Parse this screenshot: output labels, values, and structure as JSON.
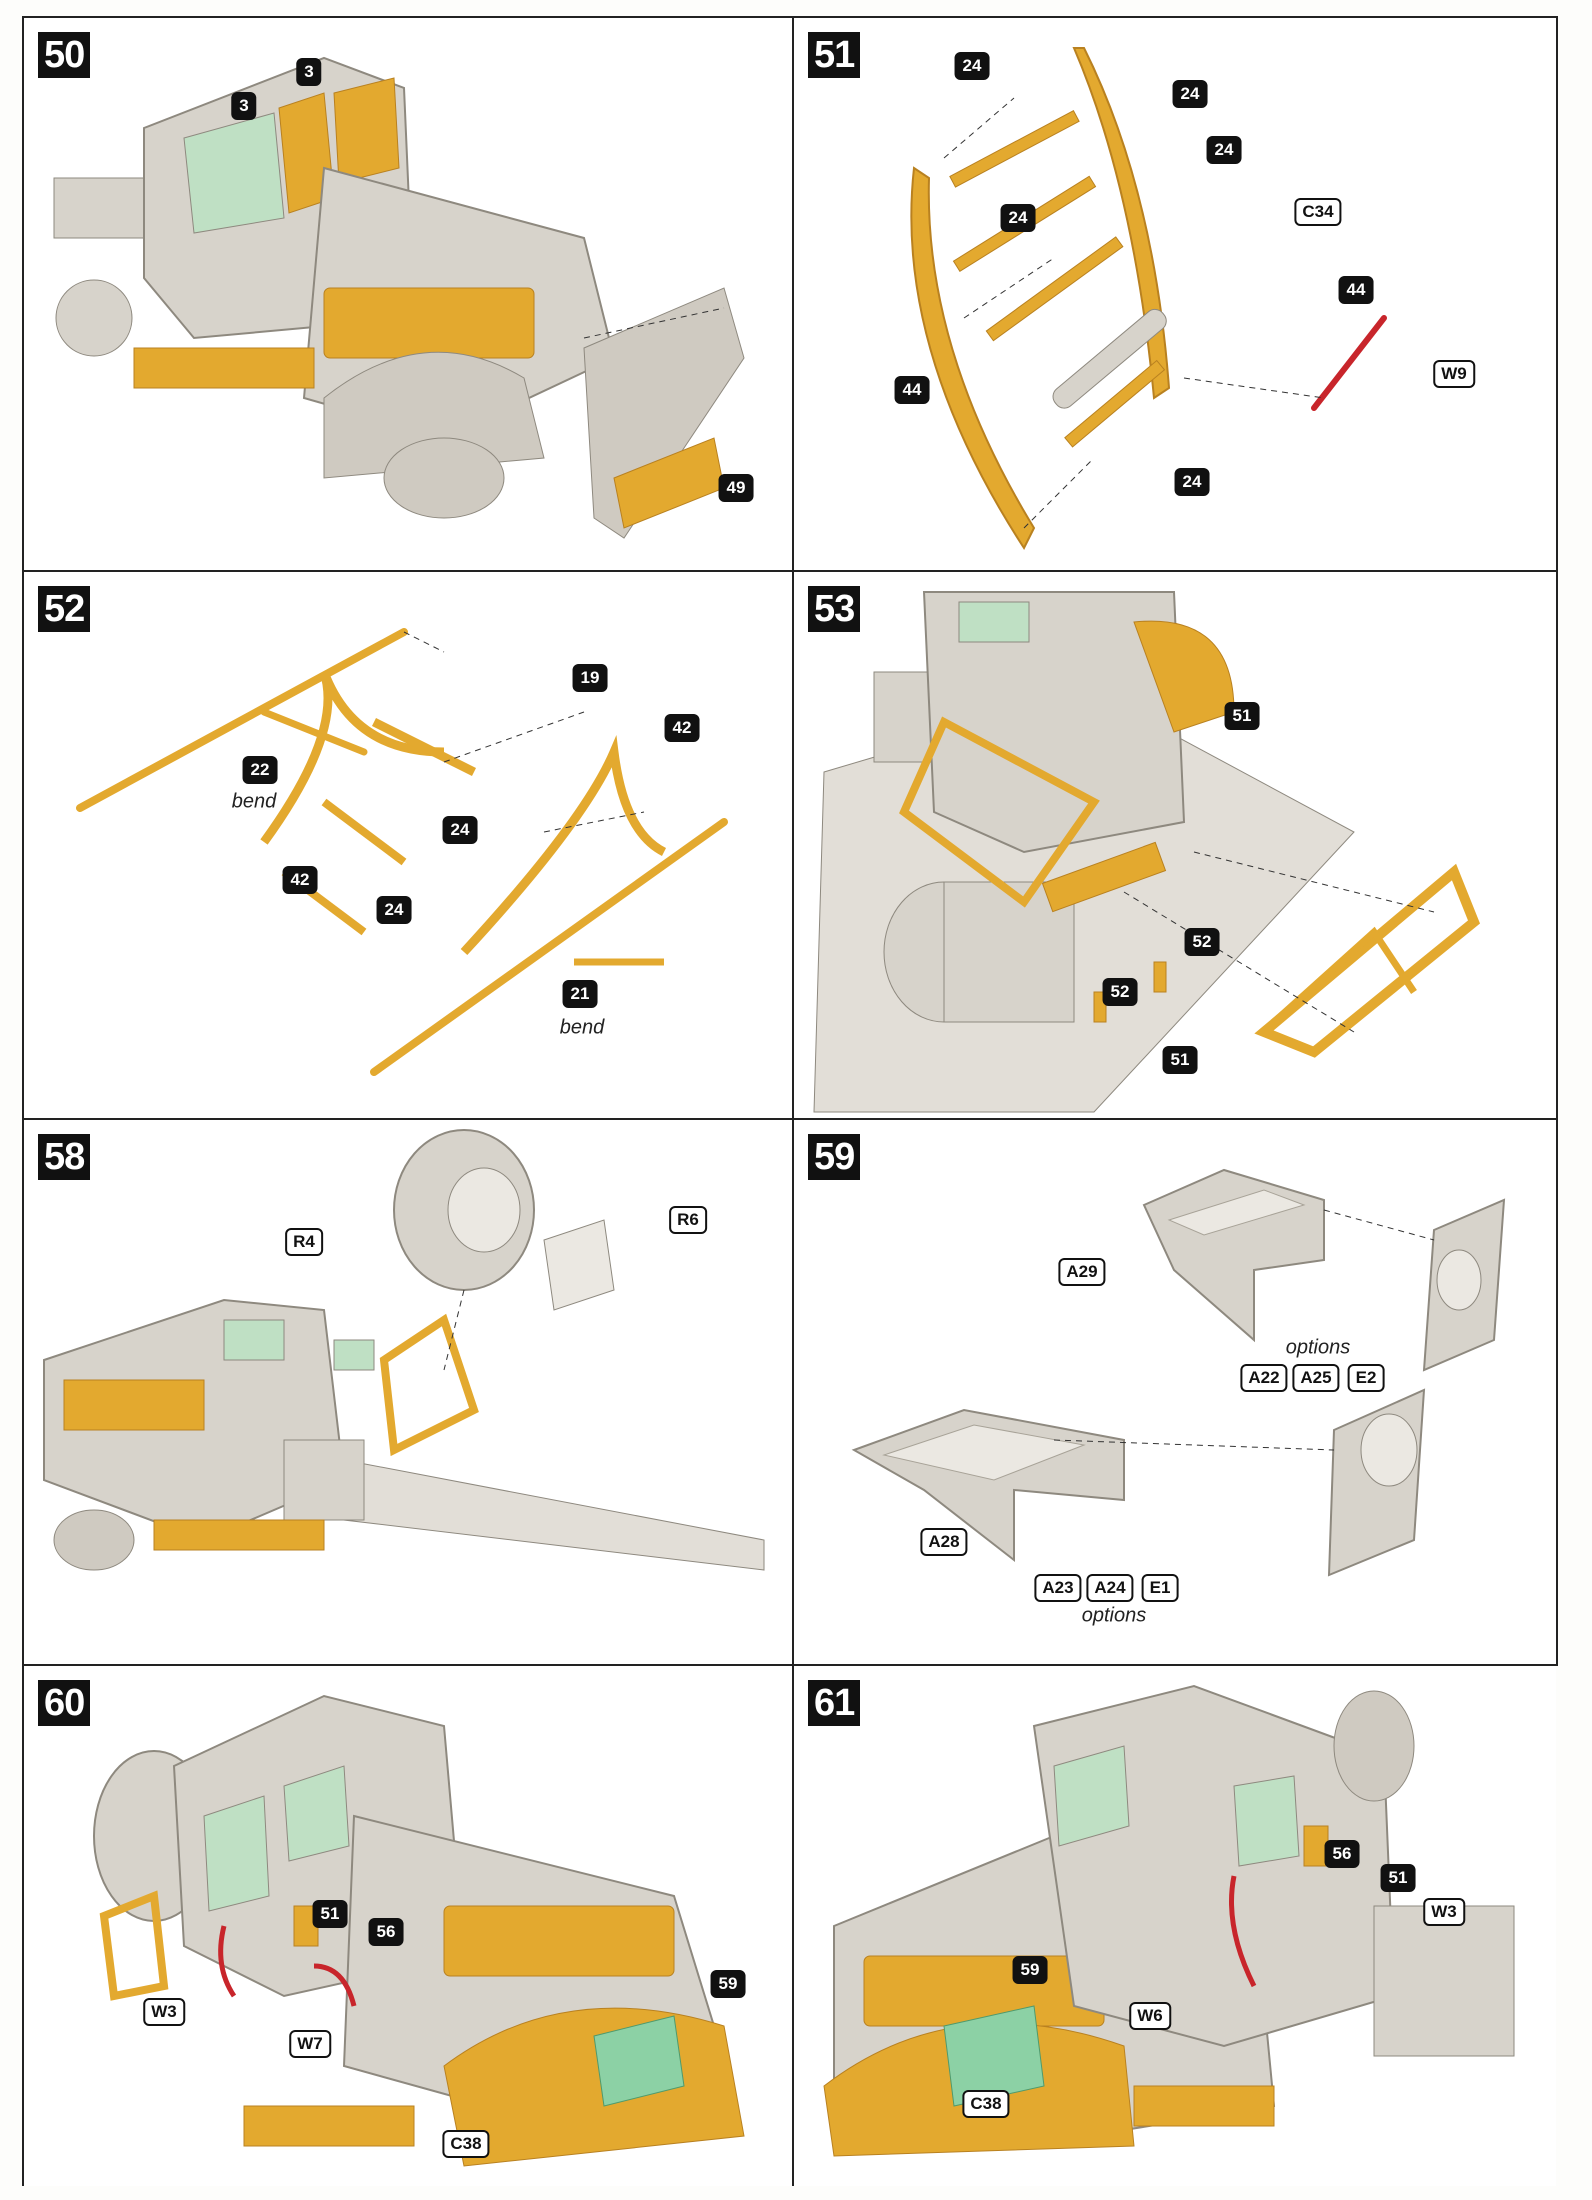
{
  "colors": {
    "resin": "#e3a92f",
    "resin_dark": "#b98120",
    "plastic": "#d7d3cb",
    "plastic_dark": "#a8a398",
    "glass": "#bfe0c4",
    "green_part": "#8cd1a5",
    "red_wire": "#c8252b",
    "ink": "#111111"
  },
  "panels": [
    {
      "step": "50",
      "labels": [
        "3",
        "3",
        "49"
      ],
      "notes": []
    },
    {
      "step": "51",
      "labels": [
        "24",
        "24",
        "24",
        "24",
        "24",
        "C34",
        "44",
        "44",
        "W9"
      ],
      "notes": []
    },
    {
      "step": "52",
      "labels": [
        "19",
        "42",
        "22",
        "24",
        "42",
        "24",
        "21"
      ],
      "notes": [
        "bend",
        "bend"
      ]
    },
    {
      "step": "53",
      "labels": [
        "51",
        "52",
        "52",
        "51"
      ],
      "notes": []
    },
    {
      "step": "58",
      "labels": [
        "R4",
        "R6"
      ],
      "notes": []
    },
    {
      "step": "59",
      "labels": [
        "A29",
        "A22",
        "A25",
        "E2",
        "A28",
        "A23",
        "A24",
        "E1"
      ],
      "notes": [
        "options",
        "options"
      ]
    },
    {
      "step": "60",
      "labels": [
        "51",
        "56",
        "W3",
        "W7",
        "59",
        "C38"
      ],
      "notes": []
    },
    {
      "step": "61",
      "labels": [
        "56",
        "51",
        "W3",
        "59",
        "W6",
        "C38"
      ],
      "notes": []
    }
  ]
}
